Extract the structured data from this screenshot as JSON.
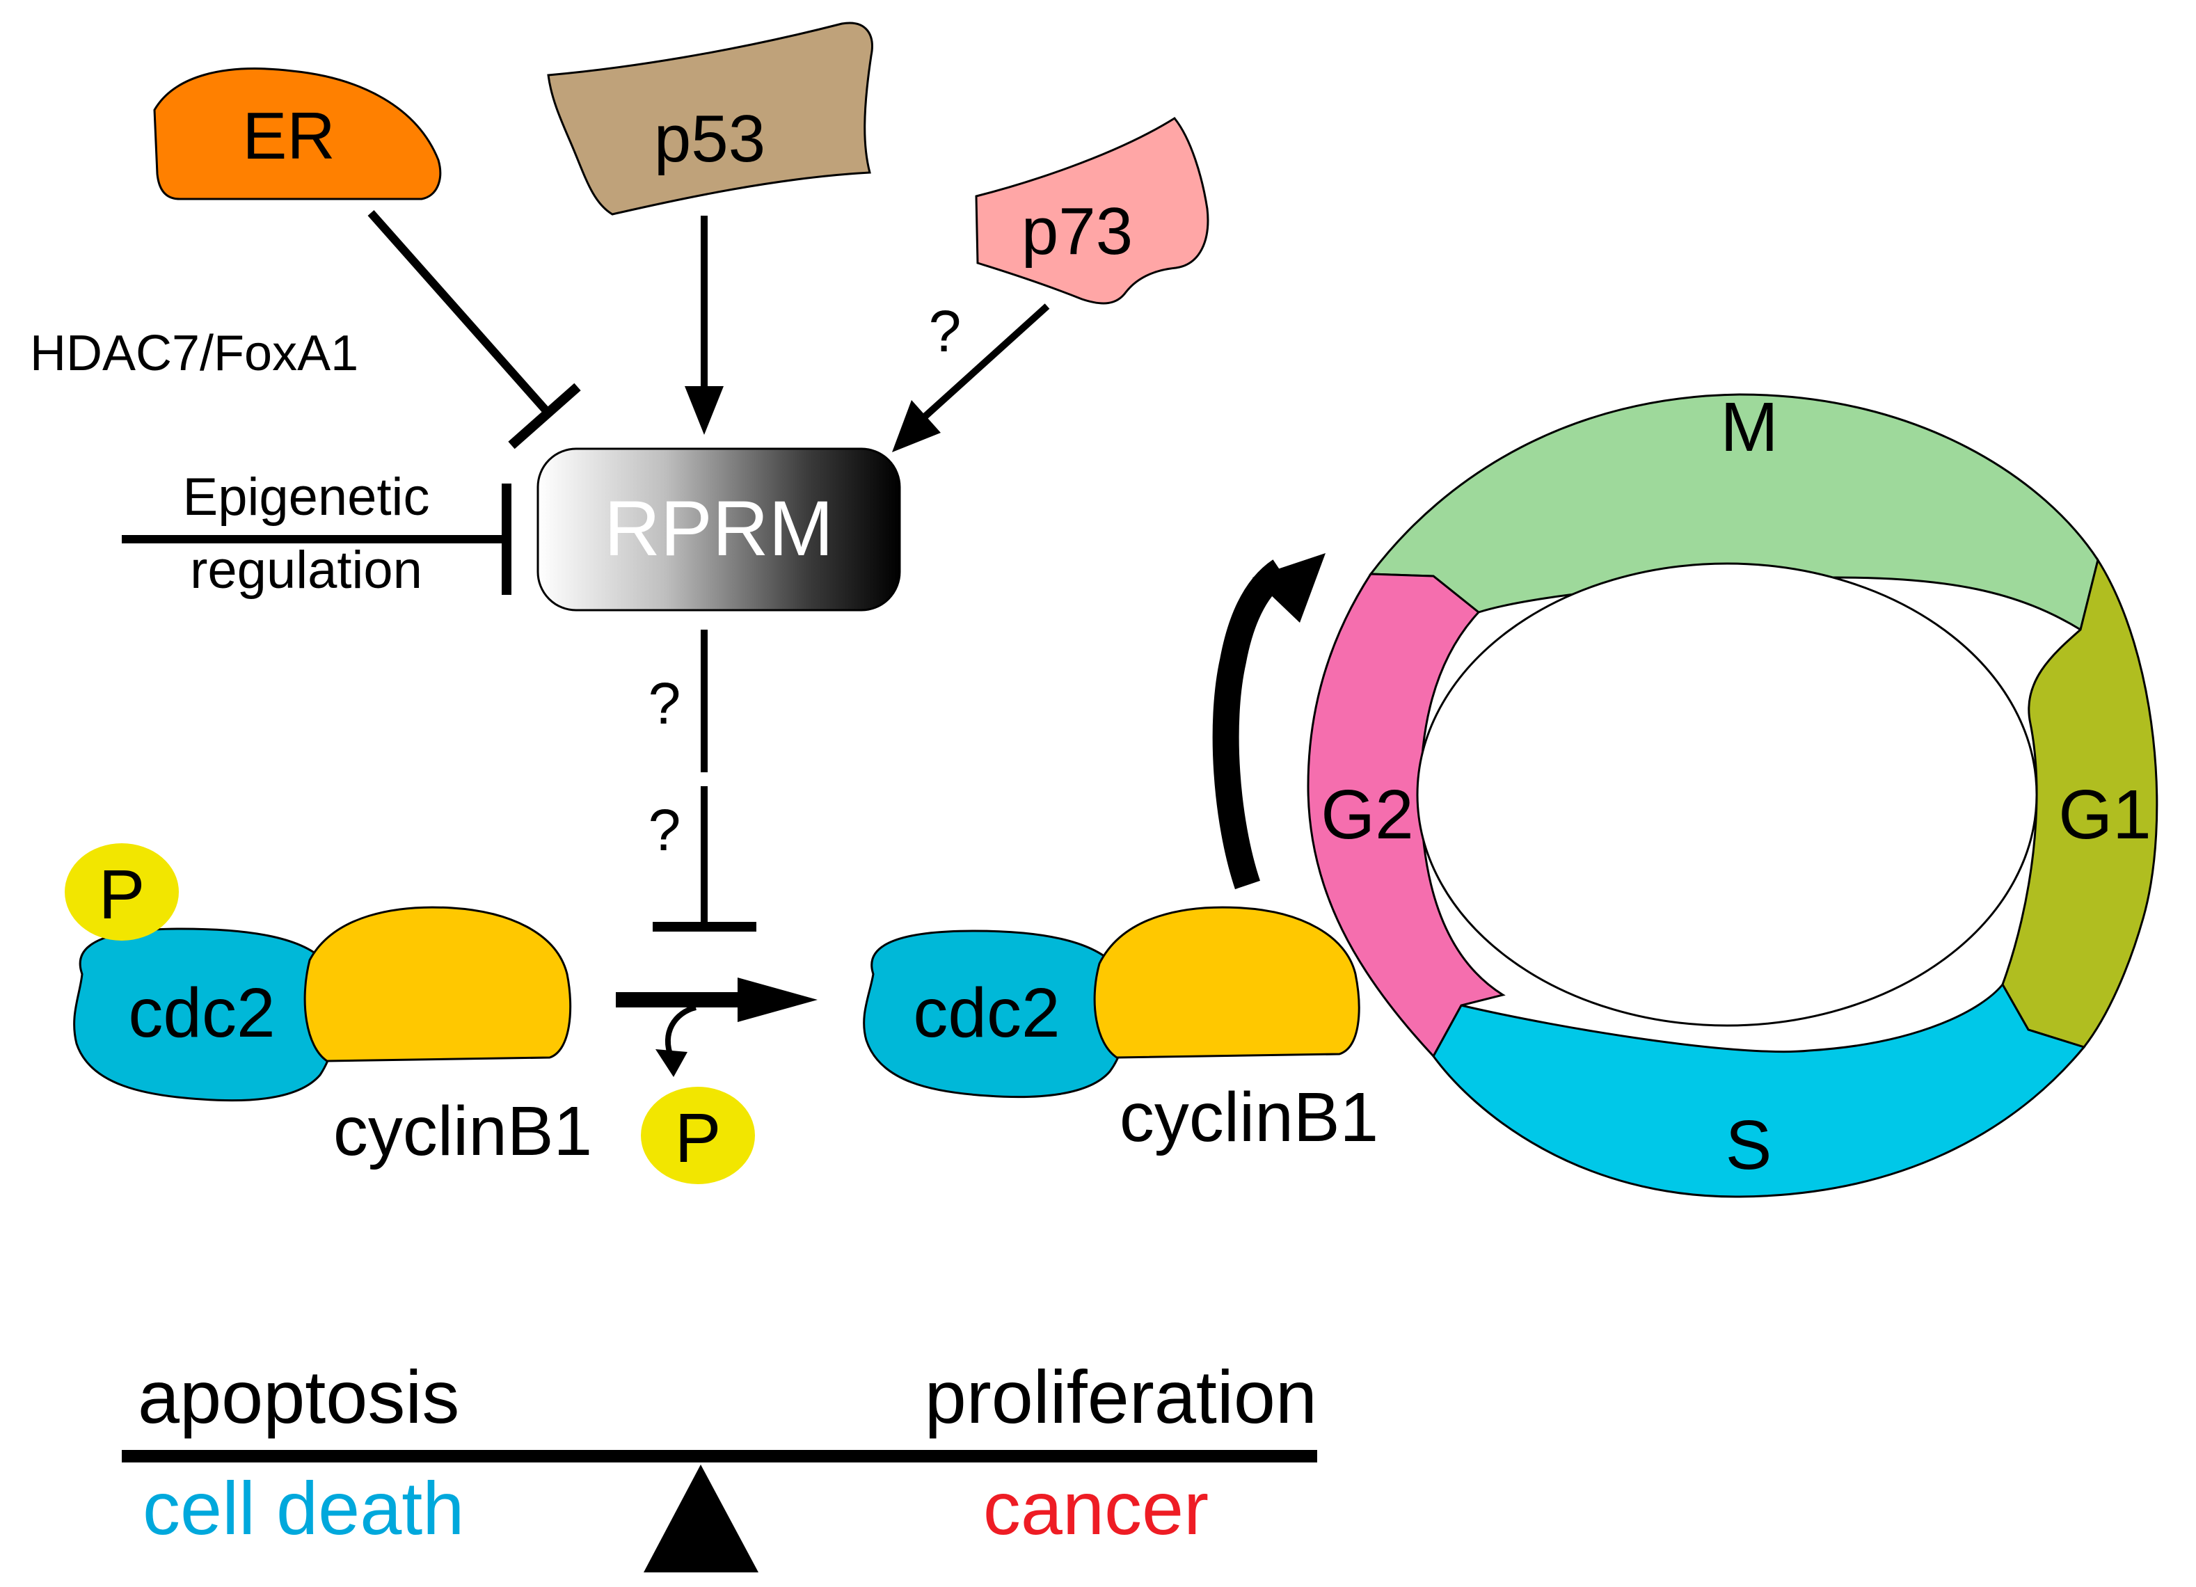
{
  "proteins": {
    "er": "ER",
    "p53": "p53",
    "p73": "p73",
    "rprm": "RPRM"
  },
  "regulators": {
    "hdac": "HDAC7/FoxA1",
    "epigenetic_line1": "Epigenetic",
    "epigenetic_line2": "regulation"
  },
  "unknown_marks": {
    "p73_to_rprm": "?",
    "rprm_upper": "?",
    "rprm_lower": "?"
  },
  "complex_inactive": {
    "phosphate": "P",
    "kinase": "cdc2",
    "cyclin": "cyclinB1"
  },
  "released_phosphate": "P",
  "complex_active": {
    "kinase": "cdc2",
    "cyclin": "cyclinB1"
  },
  "cell_cycle": {
    "m": "M",
    "g1": "G1",
    "s": "S",
    "g2": "G2"
  },
  "balance": {
    "left_top": "apoptosis",
    "left_bottom": "cell death",
    "right_top": "proliferation",
    "right_bottom": "cancer"
  },
  "colors": {
    "er": "#FF8000",
    "p53": "#BFA27A",
    "p73": "#FFA6A6",
    "cdc2": "#00B8D8",
    "cyclin": "#FFC800",
    "phosphate": "#F2E600",
    "phase_m": "#9ED99B",
    "phase_g1": "#B0BE20",
    "phase_s": "#00C8E8",
    "phase_g2": "#F56EAE",
    "cell_death": "#00A8DC",
    "cancer": "#EE1C24"
  }
}
